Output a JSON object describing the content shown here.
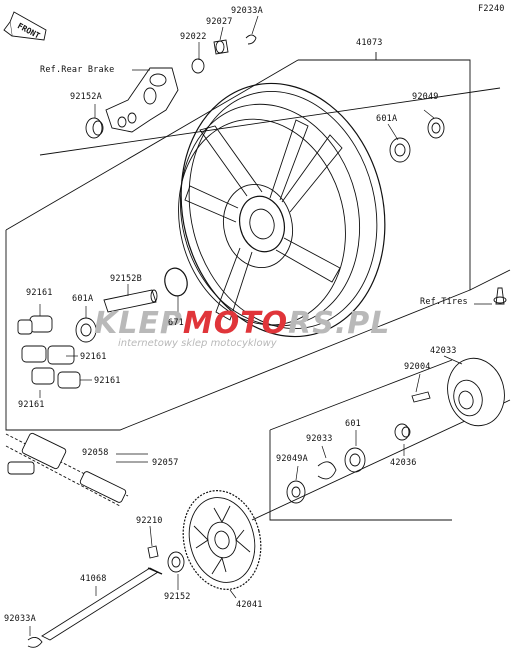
{
  "figure_code": "F2240",
  "front_label": "FRONT",
  "watermark": {
    "brand_grey": "KLEP",
    "brand_red": "MOTO",
    "brand_tail": "RS.PL",
    "tagline": "internetowy sklep motocyklowy",
    "red": "#e0353a",
    "grey": "#b9b9b9"
  },
  "labels": {
    "p92033A_top": "92033A",
    "p92027": "92027",
    "p92022": "92022",
    "p41073": "41073",
    "ref_rear_brake": "Ref.Rear Brake",
    "p92152A": "92152A",
    "p92049": "92049",
    "p601A_hub": "601A",
    "p92152B": "92152B",
    "p92161_a": "92161",
    "p601A_left": "601A",
    "p671": "671",
    "p92161_b": "92161",
    "p92161_c": "92161",
    "p92161_d": "92161",
    "ref_tires": "Ref.Tires",
    "p42033": "42033",
    "p92004": "92004",
    "p92033": "92033",
    "p601": "601",
    "p92049A": "92049A",
    "p42036": "42036",
    "p92058": "92058",
    "p92057": "92057",
    "p92210": "92210",
    "p41068": "41068",
    "p92152": "92152",
    "p42041": "42041",
    "p92033A_bottom": "92033A"
  }
}
